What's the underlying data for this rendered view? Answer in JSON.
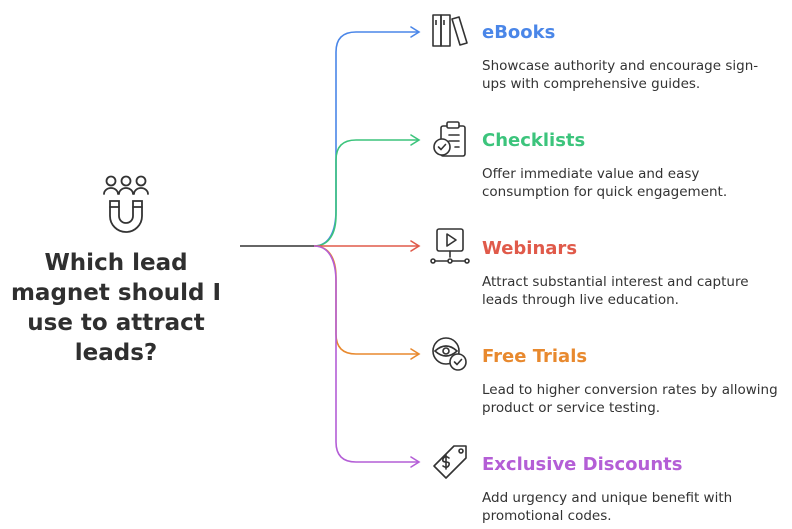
{
  "question": "Which lead magnet should I use to attract leads?",
  "branches": [
    {
      "title": "eBooks",
      "description": "Showcase authority and encourage sign-ups with comprehensive guides.",
      "color": "#4a86e8",
      "icon": "books-icon"
    },
    {
      "title": "Checklists",
      "description": "Offer immediate value and easy consumption for quick engagement.",
      "color": "#3cc47c",
      "icon": "clipboard-check-icon"
    },
    {
      "title": "Webinars",
      "description": "Attract substantial interest and capture leads through live education.",
      "color": "#e05a4a",
      "icon": "video-play-icon"
    },
    {
      "title": "Free Trials",
      "description": "Lead to higher conversion rates by allowing product or service testing.",
      "color": "#e8892e",
      "icon": "eye-check-icon"
    },
    {
      "title": "Exclusive Discounts",
      "description": "Add urgency and unique benefit with promotional codes.",
      "color": "#b45ed6",
      "icon": "price-tag-icon"
    }
  ],
  "central_icon": "people-magnet-icon"
}
